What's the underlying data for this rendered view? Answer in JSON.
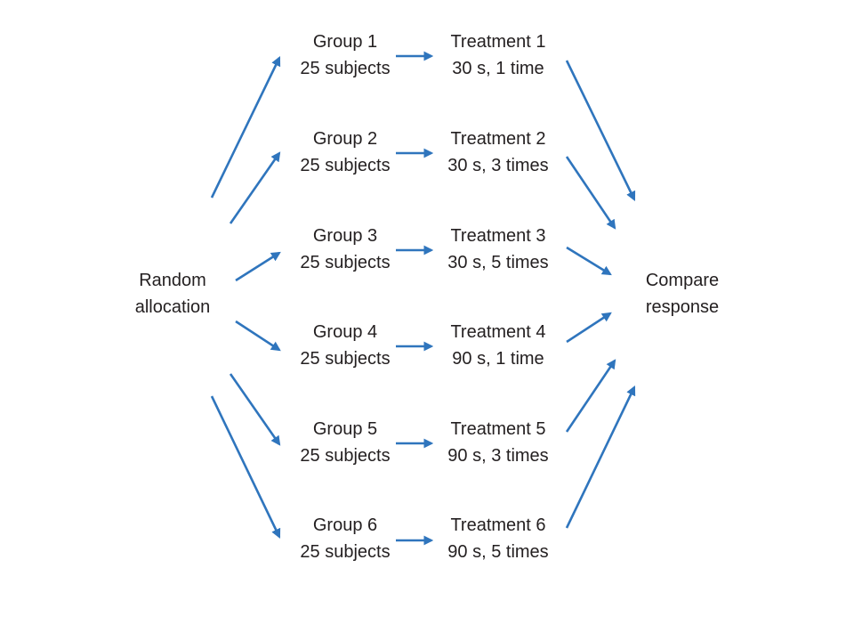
{
  "diagram": {
    "source": {
      "line1": "Random",
      "line2": "allocation"
    },
    "target": {
      "line1": "Compare",
      "line2": "response"
    },
    "groups": [
      {
        "name": "Group 1",
        "size": "25 subjects",
        "treatment": "Treatment 1",
        "detail": "30 s, 1 time"
      },
      {
        "name": "Group 2",
        "size": "25 subjects",
        "treatment": "Treatment 2",
        "detail": "30 s, 3 times"
      },
      {
        "name": "Group 3",
        "size": "25 subjects",
        "treatment": "Treatment 3",
        "detail": "30 s, 5 times"
      },
      {
        "name": "Group 4",
        "size": "25 subjects",
        "treatment": "Treatment 4",
        "detail": "90 s, 1 time"
      },
      {
        "name": "Group 5",
        "size": "25 subjects",
        "treatment": "Treatment 5",
        "detail": "90 s, 3 times"
      },
      {
        "name": "Group 6",
        "size": "25 subjects",
        "treatment": "Treatment 6",
        "detail": "90 s, 5 times"
      }
    ],
    "colors": {
      "arrow": "#2f75bd",
      "text": "#231f20",
      "background": "#ffffff"
    }
  }
}
